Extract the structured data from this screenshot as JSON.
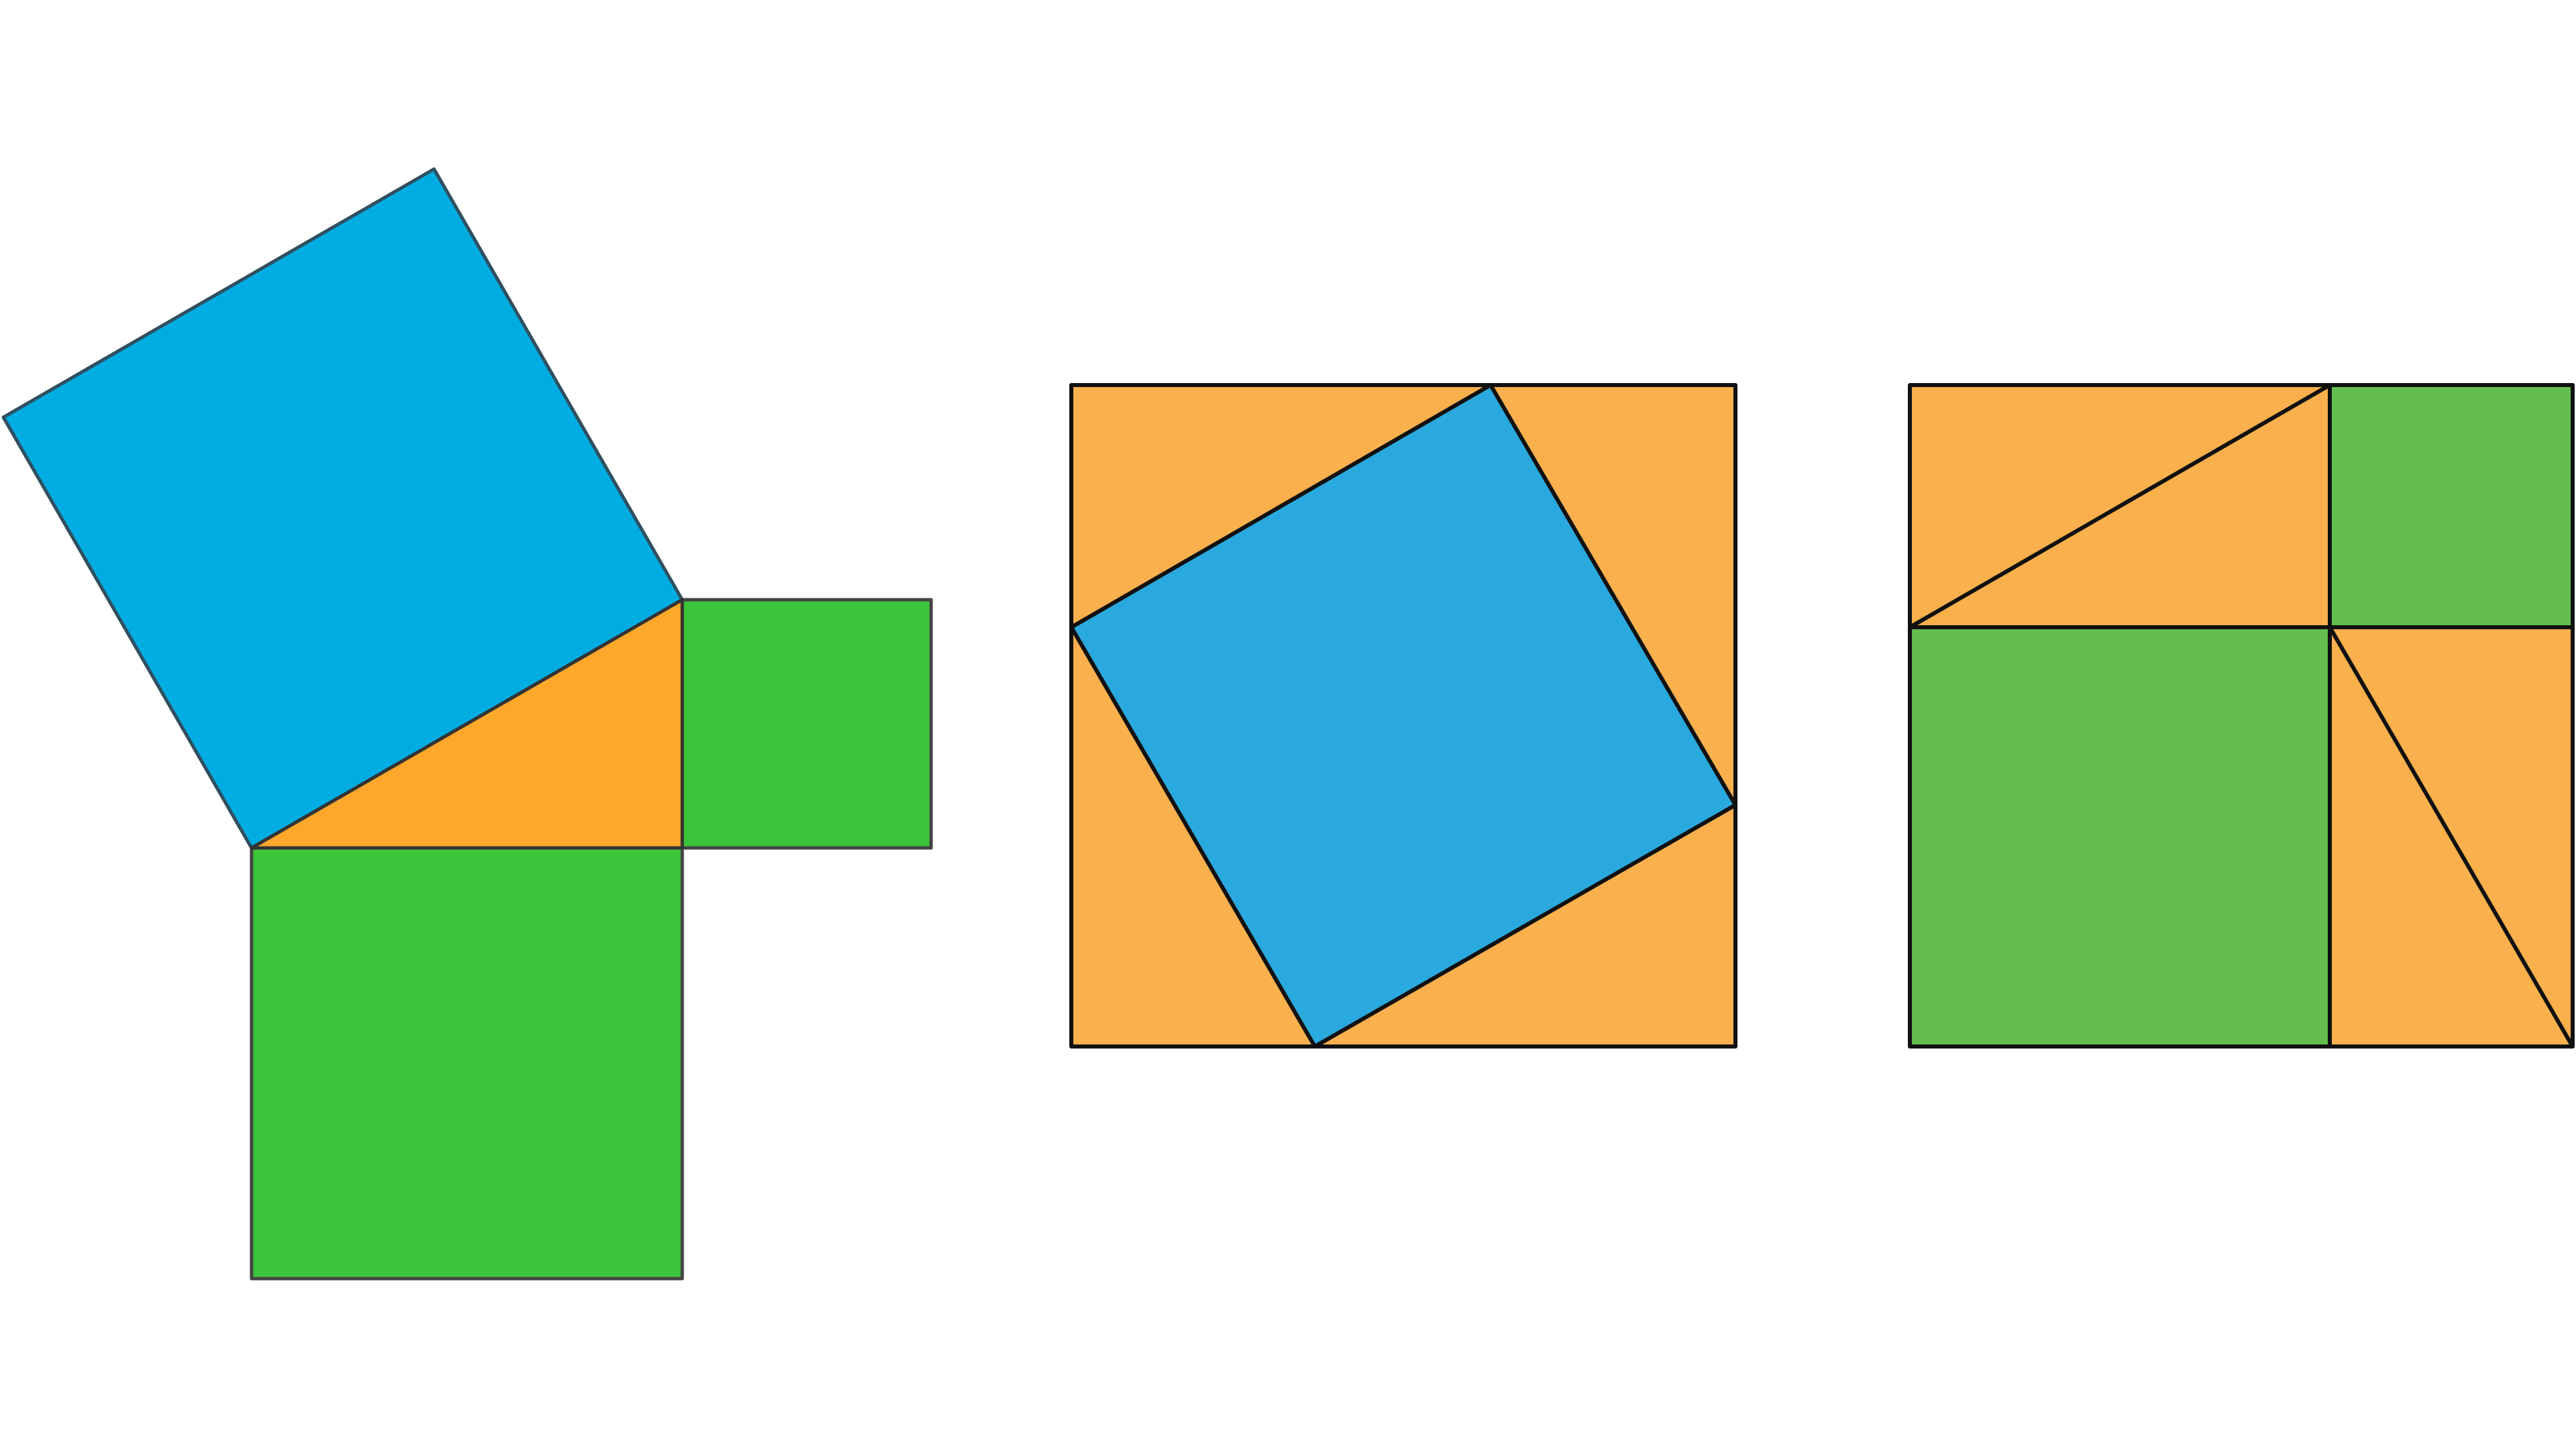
{
  "diagram": {
    "subject": "pythagorean-theorem-proof-without-words",
    "panels": [
      {
        "name": "squares-on-triangle-sides",
        "shapes": [
          "hypotenuse-square",
          "right-triangle",
          "short-leg-square",
          "long-leg-square"
        ]
      },
      {
        "name": "tilted-square-arrangement",
        "shapes": [
          "outer-square",
          "inner-tilted-square",
          "corner-triangles"
        ]
      },
      {
        "name": "rearranged-arrangement",
        "shapes": [
          "outer-square",
          "large-leg-square",
          "small-leg-square",
          "split-rectangles"
        ]
      }
    ]
  },
  "colors": {
    "hypotenuse_square": "#00ade3",
    "hypotenuse_square_alt": "#2aa9df",
    "leg_square": "#3cc43a",
    "leg_square_alt": "#64bd4f",
    "triangle": "#fea82b",
    "triangle_alt": "#f9b04d",
    "outline": "#111111",
    "background": "#ffffff"
  }
}
